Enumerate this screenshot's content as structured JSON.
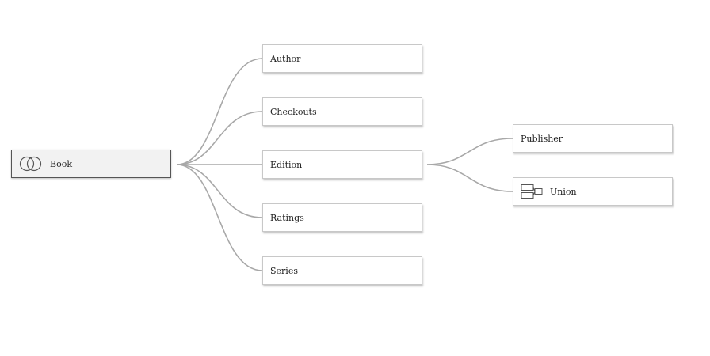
{
  "diagram": {
    "root": {
      "label": "Book",
      "icon": "join-venn-icon"
    },
    "children": [
      {
        "label": "Author"
      },
      {
        "label": "Checkouts"
      },
      {
        "label": "Edition",
        "children": [
          {
            "label": "Publisher"
          },
          {
            "label": "Union",
            "icon": "union-icon"
          }
        ]
      },
      {
        "label": "Ratings"
      },
      {
        "label": "Series"
      }
    ]
  },
  "colors": {
    "link": "#a8a8a8",
    "node_border": "#c8c8c8",
    "root_border": "#555555",
    "root_fill": "#f2f2f2",
    "text": "#222222"
  }
}
